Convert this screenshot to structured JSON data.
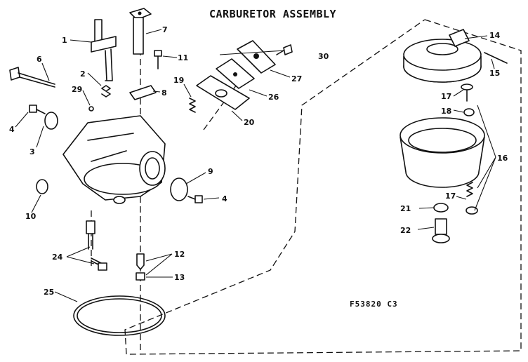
{
  "title": "CARBURETOR ASSEMBLY",
  "reference_code": "F53820 C3",
  "callouts": {
    "c1": "1",
    "c2": "2",
    "c3": "3",
    "c4a": "4",
    "c4b": "4",
    "c6": "6",
    "c7": "7",
    "c8": "8",
    "c9": "9",
    "c10": "10",
    "c11": "11",
    "c12": "12",
    "c13": "13",
    "c14": "14",
    "c15": "15",
    "c16": "16",
    "c17a": "17",
    "c17b": "17",
    "c18": "18",
    "c19": "19",
    "c20": "20",
    "c21": "21",
    "c22": "22",
    "c24": "24",
    "c25": "25",
    "c26": "26",
    "c27": "27",
    "c29": "29",
    "c30": "30"
  }
}
